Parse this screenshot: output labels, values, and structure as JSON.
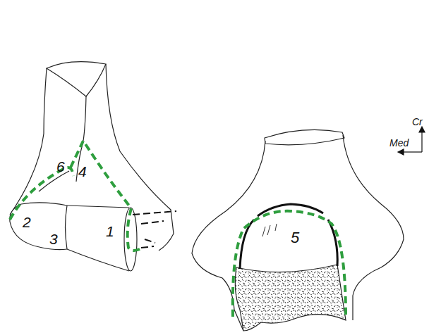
{
  "diagram": {
    "labels": [
      "Cr",
      "Med",
      "4",
      "6",
      "2",
      "1",
      "5",
      "3"
    ]
  }
}
